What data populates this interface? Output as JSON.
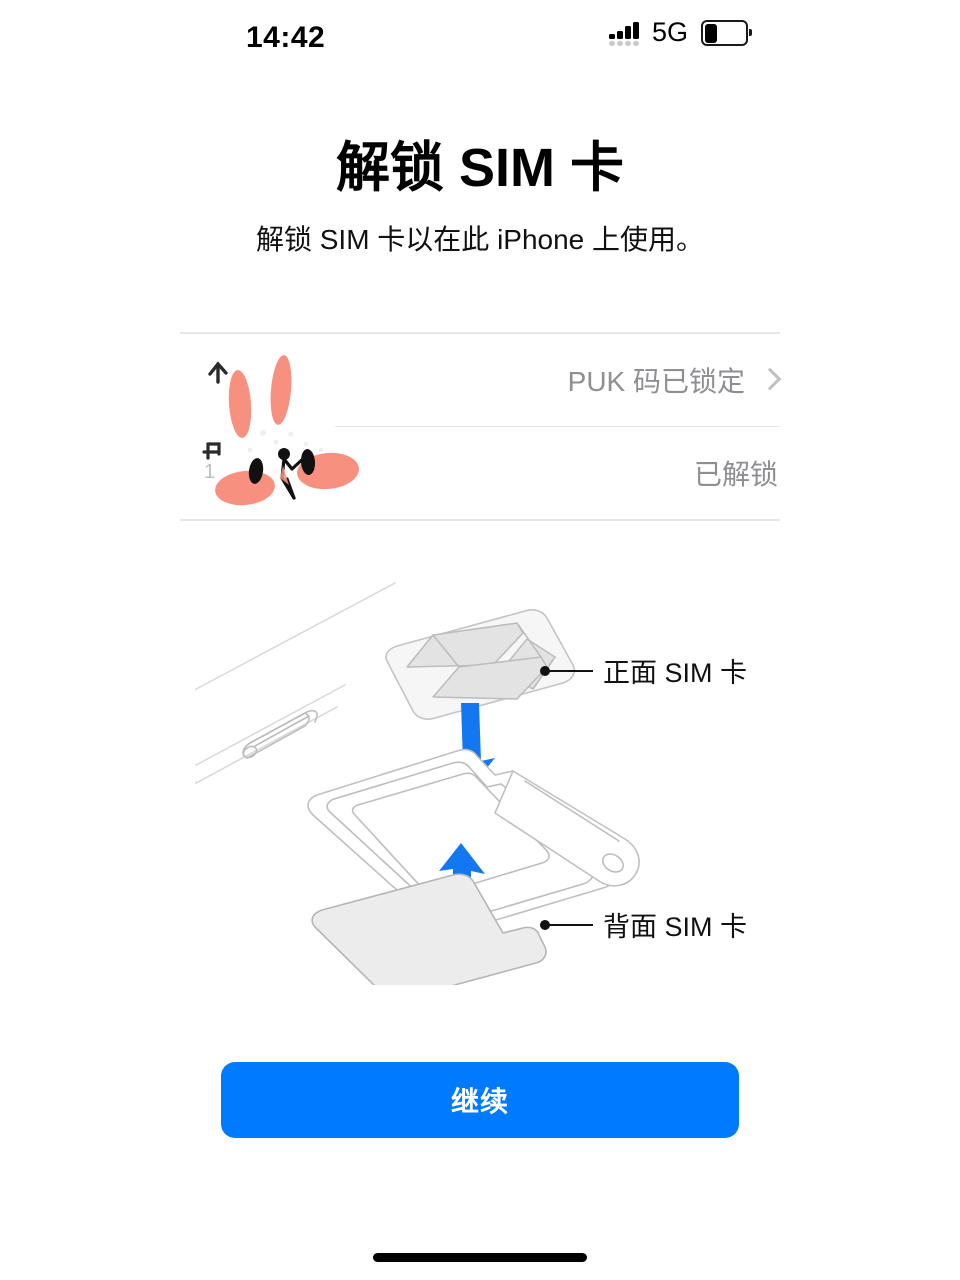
{
  "status_bar": {
    "time": "14:42",
    "network_label": "5G",
    "signal_icon": "cellular-signal-icon",
    "battery_icon": "battery-icon",
    "battery_level_percent": 35
  },
  "header": {
    "title": "解锁 SIM 卡",
    "subtitle": "解锁 SIM 卡以在此 iPhone 上使用。"
  },
  "sim_list": {
    "rows": [
      {
        "label": "",
        "value": "PUK 码已锁定",
        "has_chevron": true,
        "chevron_icon": "chevron-right-icon"
      },
      {
        "label": "",
        "value": "已解锁",
        "has_chevron": false,
        "chevron_icon": ""
      }
    ]
  },
  "sticker": {
    "name": "bunny-doodle-sticker",
    "color": "#F7907E",
    "ink_color": "#111111"
  },
  "diagram": {
    "name": "sim-tray-diagram",
    "front_label": "正面 SIM 卡",
    "back_label": "背面 SIM 卡",
    "arrow_color": "#1378F0",
    "outline_color": "#b7b7b7",
    "fill_color": "#ececec"
  },
  "footer": {
    "continue_label": "继续",
    "accent_color": "#007AFF"
  }
}
